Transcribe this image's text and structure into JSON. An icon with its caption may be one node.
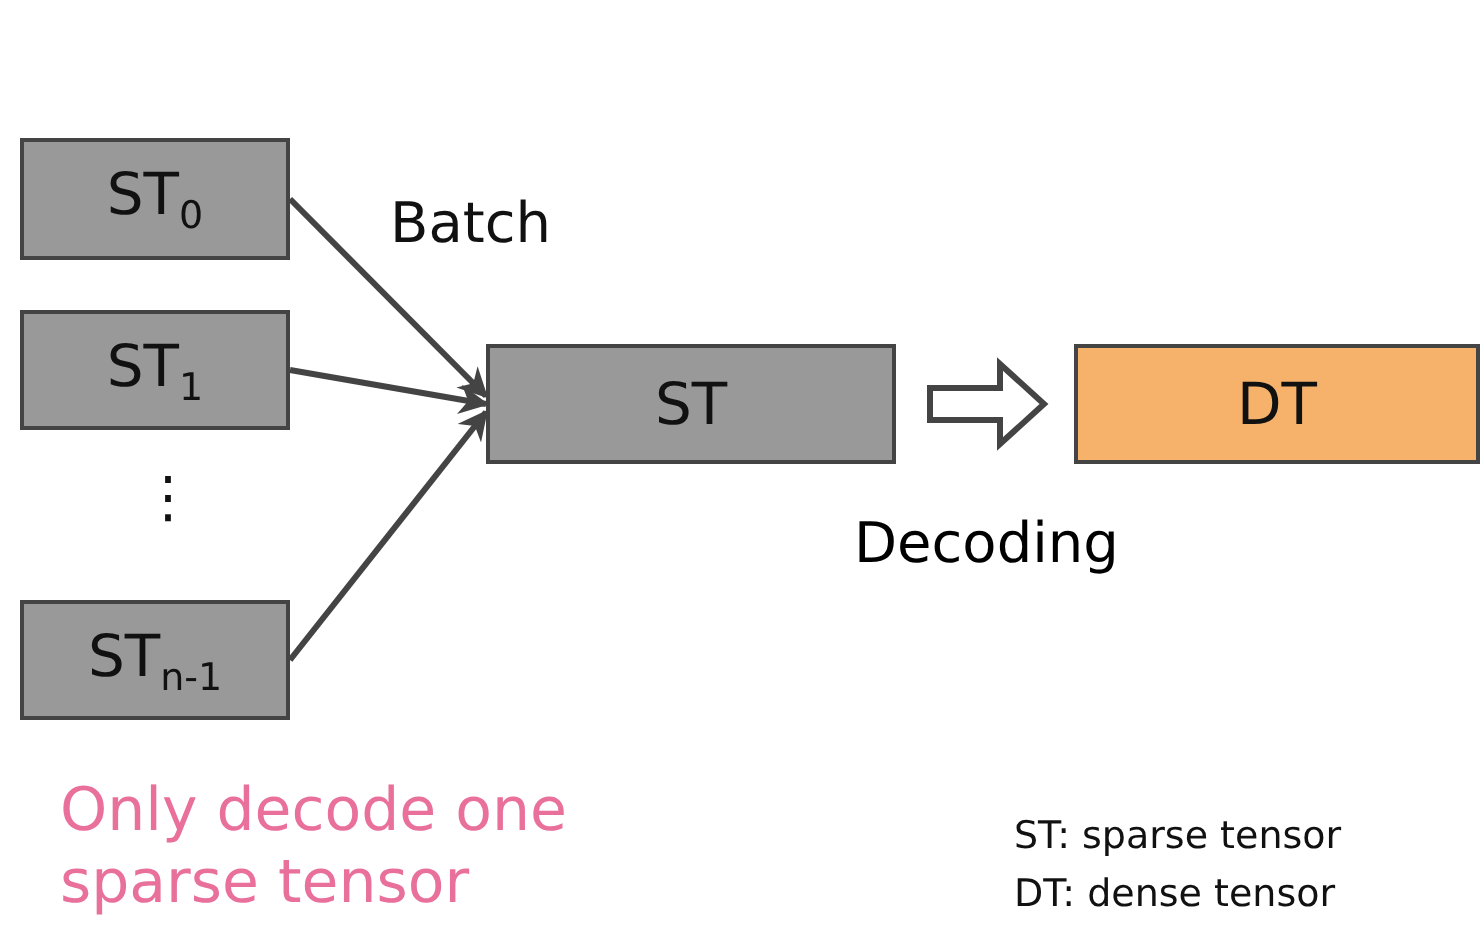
{
  "diagram": {
    "nodes": [
      {
        "text": [
          "ST$_{0}$"
        ]
      },
      {
        "text": [
          "ST$_{1}$"
        ]
      },
      {
        "text": [
          "ST$_{n-1}$"
        ]
      },
      {
        "text": [
          "ST"
        ]
      },
      {
        "text": [
          "DT"
        ]
      }
    ],
    "edges": [
      {
        "from": 0,
        "to": 3,
        "arrow": "to"
      },
      {
        "from": 1,
        "to": 3,
        "arrow": "to"
      },
      {
        "from": 2,
        "to": 3,
        "arrow": "to"
      },
      {
        "from": 3,
        "to": 4,
        "arrow": "to",
        "style": "thick",
        "label": "Decoding"
      }
    ],
    "labels": [
      "Batch",
      "⋮",
      "Only decode one sparse tensor",
      "ST: sparse tensor",
      "DT: dense tensor"
    ]
  }
}
